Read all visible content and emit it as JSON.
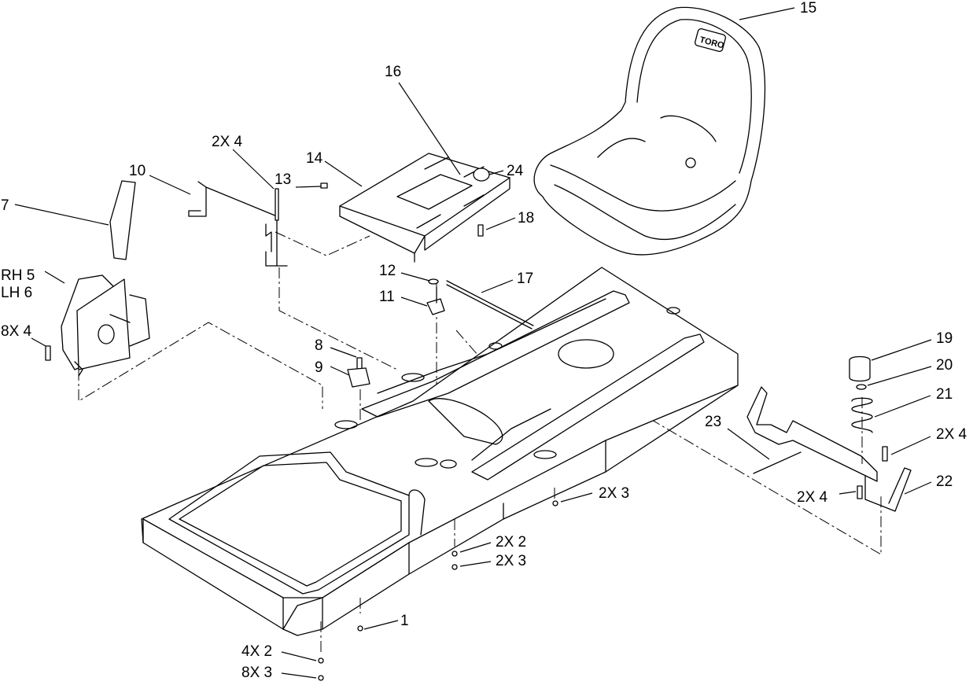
{
  "callouts": [
    {
      "id": "c15",
      "text": "15"
    },
    {
      "id": "c16",
      "text": "16"
    },
    {
      "id": "c14",
      "text": "14"
    },
    {
      "id": "c24",
      "text": "24"
    },
    {
      "id": "c2x4a",
      "text": "2X 4"
    },
    {
      "id": "c10",
      "text": "10"
    },
    {
      "id": "c13",
      "text": "13"
    },
    {
      "id": "c18",
      "text": "18"
    },
    {
      "id": "c7",
      "text": "7"
    },
    {
      "id": "crh5",
      "text": "RH 5"
    },
    {
      "id": "clh6",
      "text": "LH 6"
    },
    {
      "id": "c12",
      "text": "12"
    },
    {
      "id": "c17",
      "text": "17"
    },
    {
      "id": "c11",
      "text": "11"
    },
    {
      "id": "c8x4",
      "text": "8X 4"
    },
    {
      "id": "c8",
      "text": "8"
    },
    {
      "id": "c9",
      "text": "9"
    },
    {
      "id": "c19",
      "text": "19"
    },
    {
      "id": "c20",
      "text": "20"
    },
    {
      "id": "c21",
      "text": "21"
    },
    {
      "id": "c23",
      "text": "23"
    },
    {
      "id": "c2x4b",
      "text": "2X 4"
    },
    {
      "id": "c2x3a",
      "text": "2X 3"
    },
    {
      "id": "c2x4c",
      "text": "2X 4"
    },
    {
      "id": "c22",
      "text": "22"
    },
    {
      "id": "c2x2",
      "text": "2X 2"
    },
    {
      "id": "c2x3b",
      "text": "2X 3"
    },
    {
      "id": "c1",
      "text": "1"
    },
    {
      "id": "c4x2",
      "text": "4X 2"
    },
    {
      "id": "c8x3",
      "text": "8X 3"
    }
  ],
  "brand_logo_text": "TORO"
}
